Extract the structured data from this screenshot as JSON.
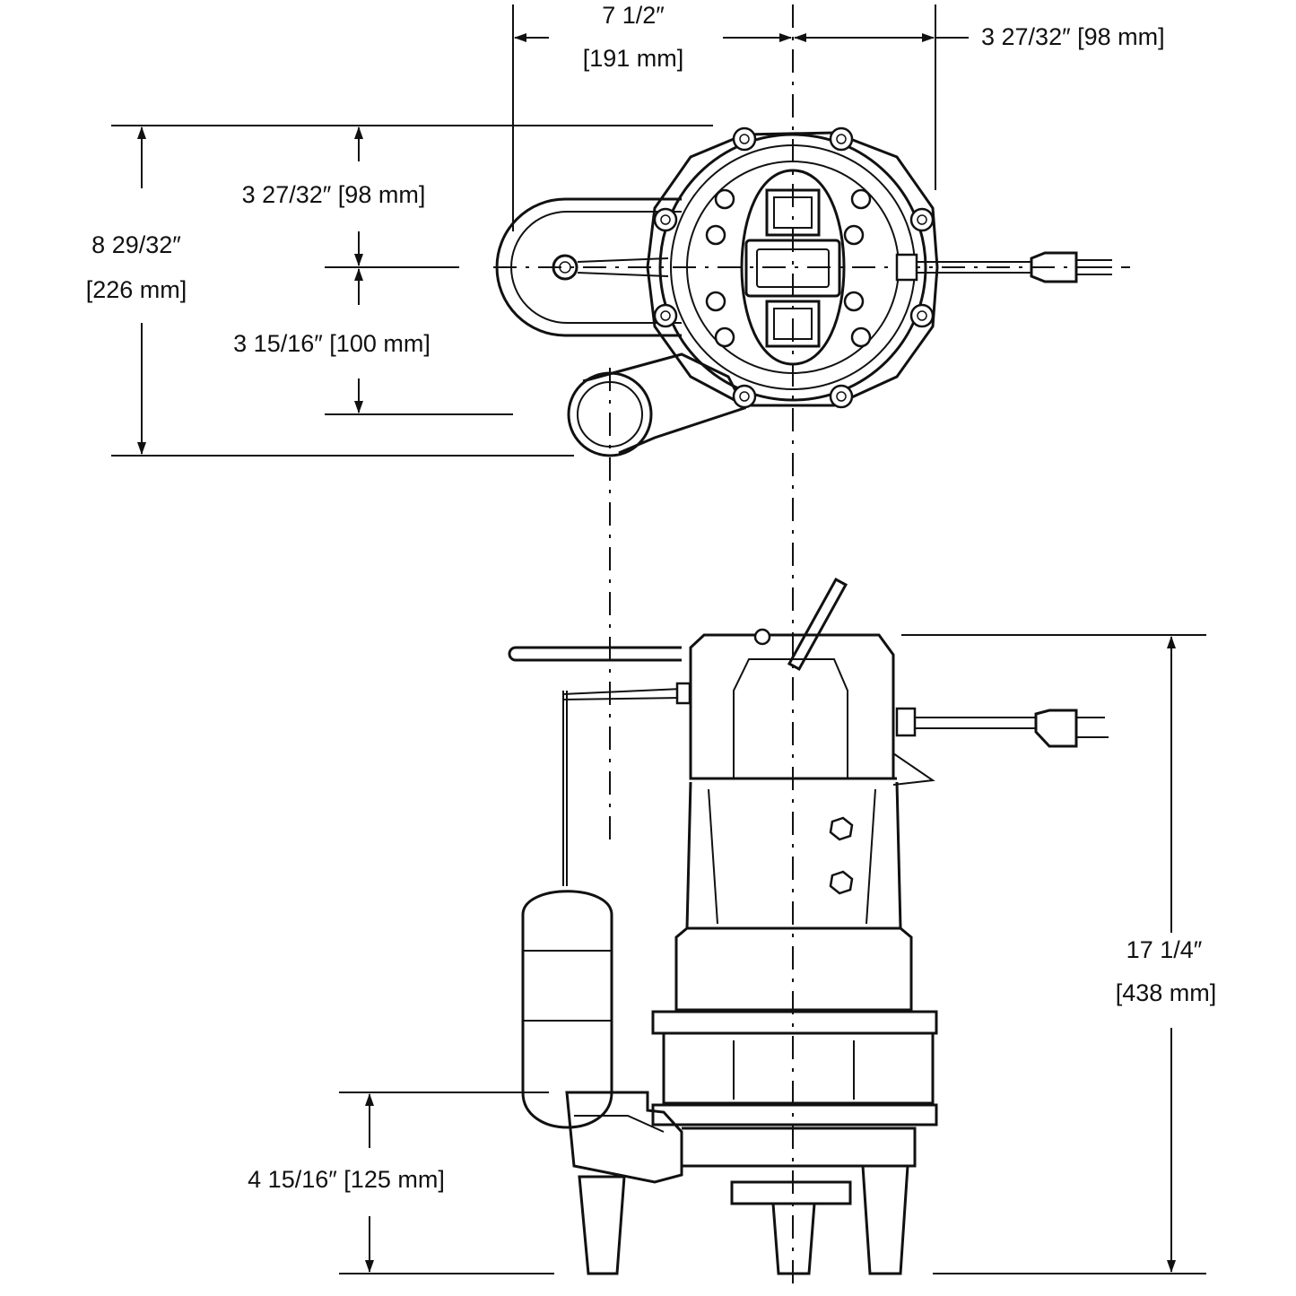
{
  "dimensions": {
    "width_total": {
      "imperial": "7 1/2″",
      "metric": "[191 mm]"
    },
    "width_right": {
      "imperial": "3 27/32″ [98 mm]"
    },
    "depth_upper": {
      "imperial": "3 27/32″ [98 mm]"
    },
    "depth_total": {
      "imperial": "8 29/32″",
      "metric": "[226 mm]"
    },
    "depth_lower": {
      "imperial": "3 15/16″ [100 mm]"
    },
    "height_total": {
      "imperial": "17 1/4″",
      "metric": "[438 mm]"
    },
    "discharge_height": {
      "imperial": "4 15/16″ [125 mm]"
    }
  }
}
